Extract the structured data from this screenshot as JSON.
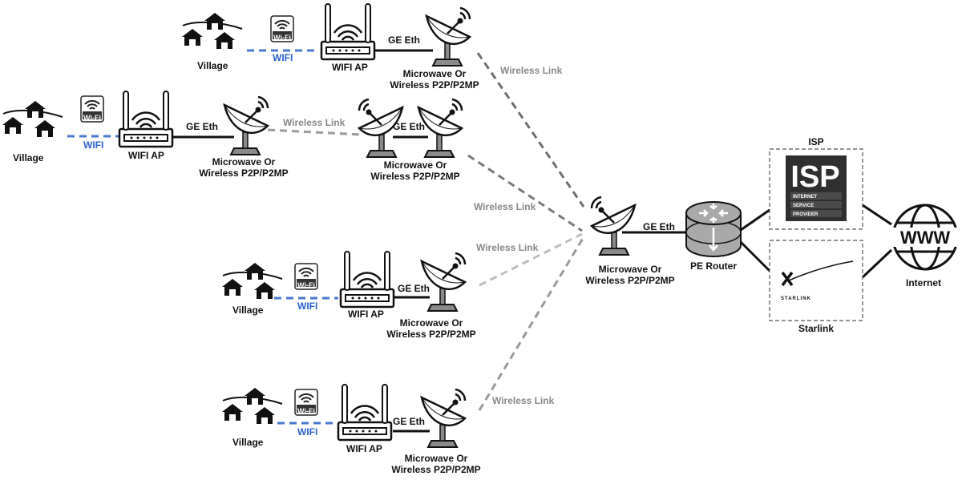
{
  "labels": {
    "village": "Village",
    "wifi": "WIFI",
    "wifi_ap": "WIFI AP",
    "ge_eth": "GE Eth",
    "microwave_line1": "Microwave Or",
    "microwave_line2": "Wireless P2P/P2MP",
    "wireless_link": "Wireless Link",
    "pe_router": "PE Router",
    "isp": "ISP",
    "starlink": "Starlink",
    "internet": "Internet"
  },
  "badges": {
    "wifi_badge": "Wi-Fi",
    "isp_logo_main": "ISP",
    "isp_logo_line1": "INTERNET",
    "isp_logo_line2": "SERVICE",
    "isp_logo_line3": "PROVIDER",
    "starlink_logo": "STARLINK",
    "www": "WWW"
  },
  "colors": {
    "wifi_link": "#2a62c9",
    "wireless_link": "#9a9a9a",
    "ethernet": "#111111",
    "router_fill": "#a9a9a9"
  }
}
